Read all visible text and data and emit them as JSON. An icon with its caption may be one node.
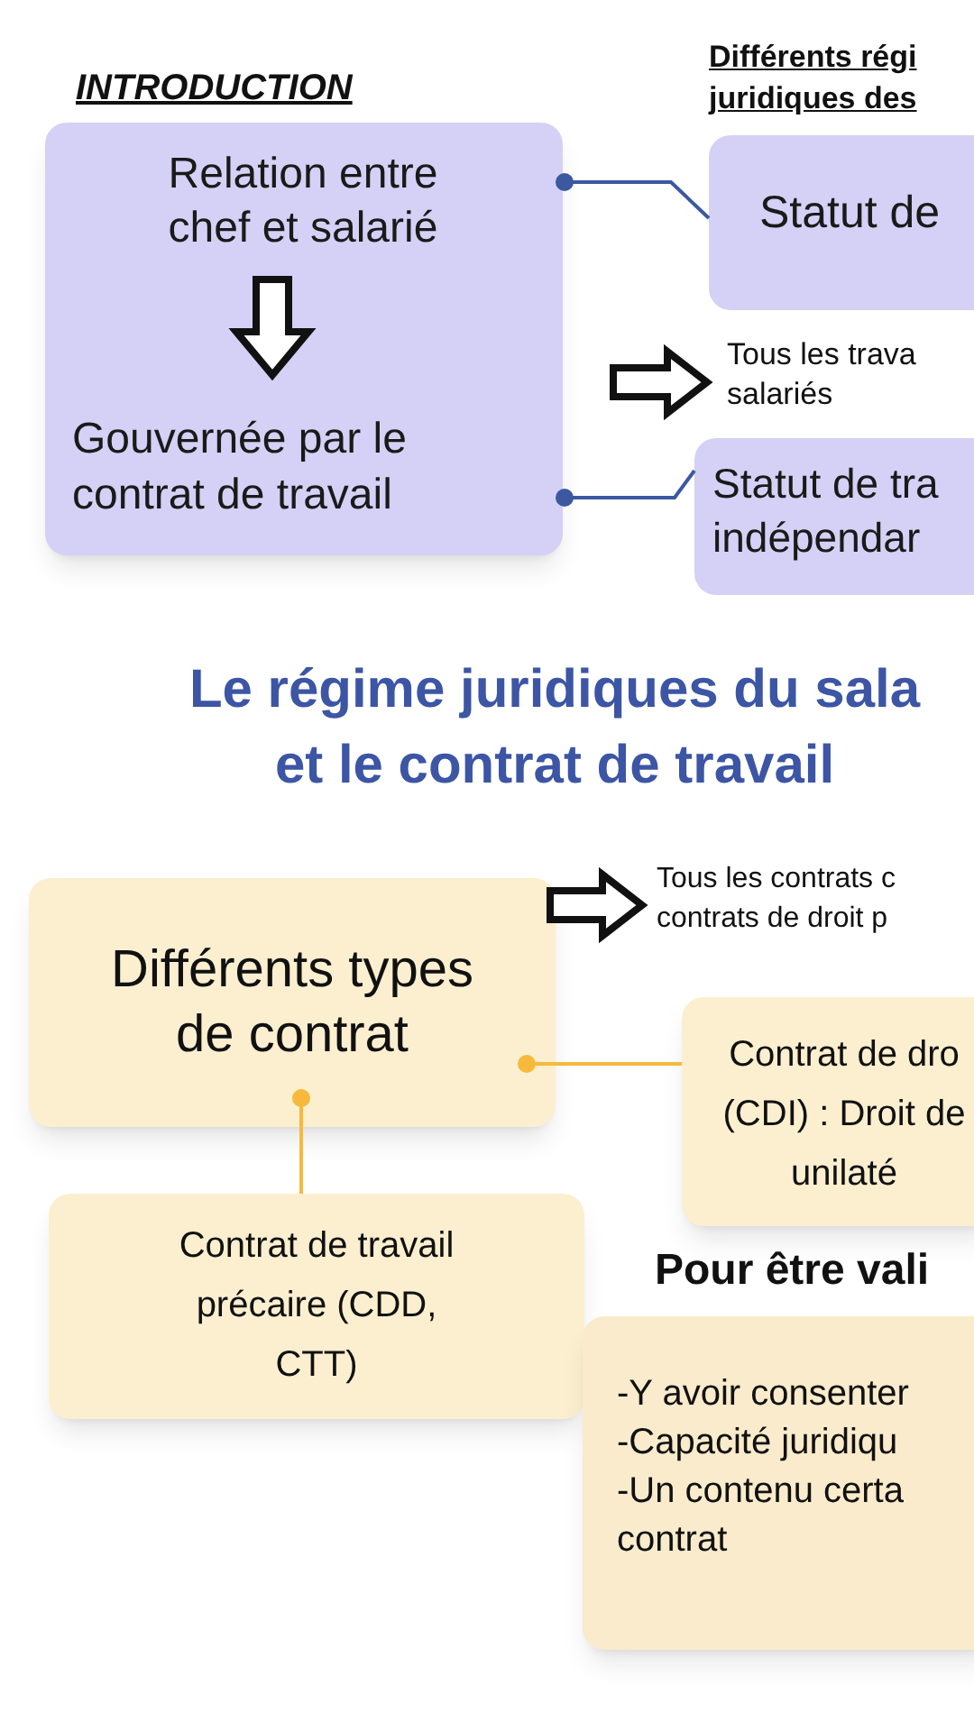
{
  "diagram": {
    "title": "Le régime juridiques du sala et le contrat de travail",
    "nodes": [
      {
        "text": [],
        "shape": "box"
      },
      {
        "text": [
          "Relation entre chef et salarié"
        ],
        "in": 0
      },
      {
        "text": [
          "Gouvernée par le contrat de travail"
        ],
        "in": 0
      },
      {
        "text": [
          "Statut de"
        ]
      },
      {
        "text": [
          "Tous les trava salariés"
        ]
      },
      {
        "text": [
          "Statut de tra indépendar"
        ]
      },
      {
        "text": [
          "Différents types de contrat"
        ]
      },
      {
        "text": [
          "Tous les contrats c contrats de droit p"
        ]
      },
      {
        "text": [
          "Contrat de dro (CDI) : Droit de unilaté"
        ]
      },
      {
        "text": [
          "Contrat de travail précaire (CDD, CTT)"
        ]
      },
      {
        "text": [
          "Pour être vali",
          "-Y avoir consenter",
          "-Capacité juridiqu",
          "-Un contenu certa contrat"
        ]
      }
    ],
    "edges": [
      {
        "from": 1,
        "to": 2,
        "arrow": "to",
        "style": "thick"
      },
      {
        "from": 0,
        "to": 3,
        "arrow": "other",
        "color": "#3b58a0"
      },
      {
        "from": 0,
        "to": 5,
        "arrow": "other",
        "color": "#3b58a0"
      },
      {
        "from": null,
        "to": 4,
        "arrow": "to",
        "style": "thick"
      },
      {
        "from": 6,
        "to": 7,
        "arrow": "to",
        "style": "thick"
      },
      {
        "from": 6,
        "to": 8,
        "arrow": "other",
        "color": "#f6b93b"
      },
      {
        "from": 6,
        "to": 9,
        "arrow": "other",
        "color": "#f6b93b"
      }
    ],
    "labels": [
      "INTRODUCTION",
      "Différents régi juridiques des"
    ]
  }
}
